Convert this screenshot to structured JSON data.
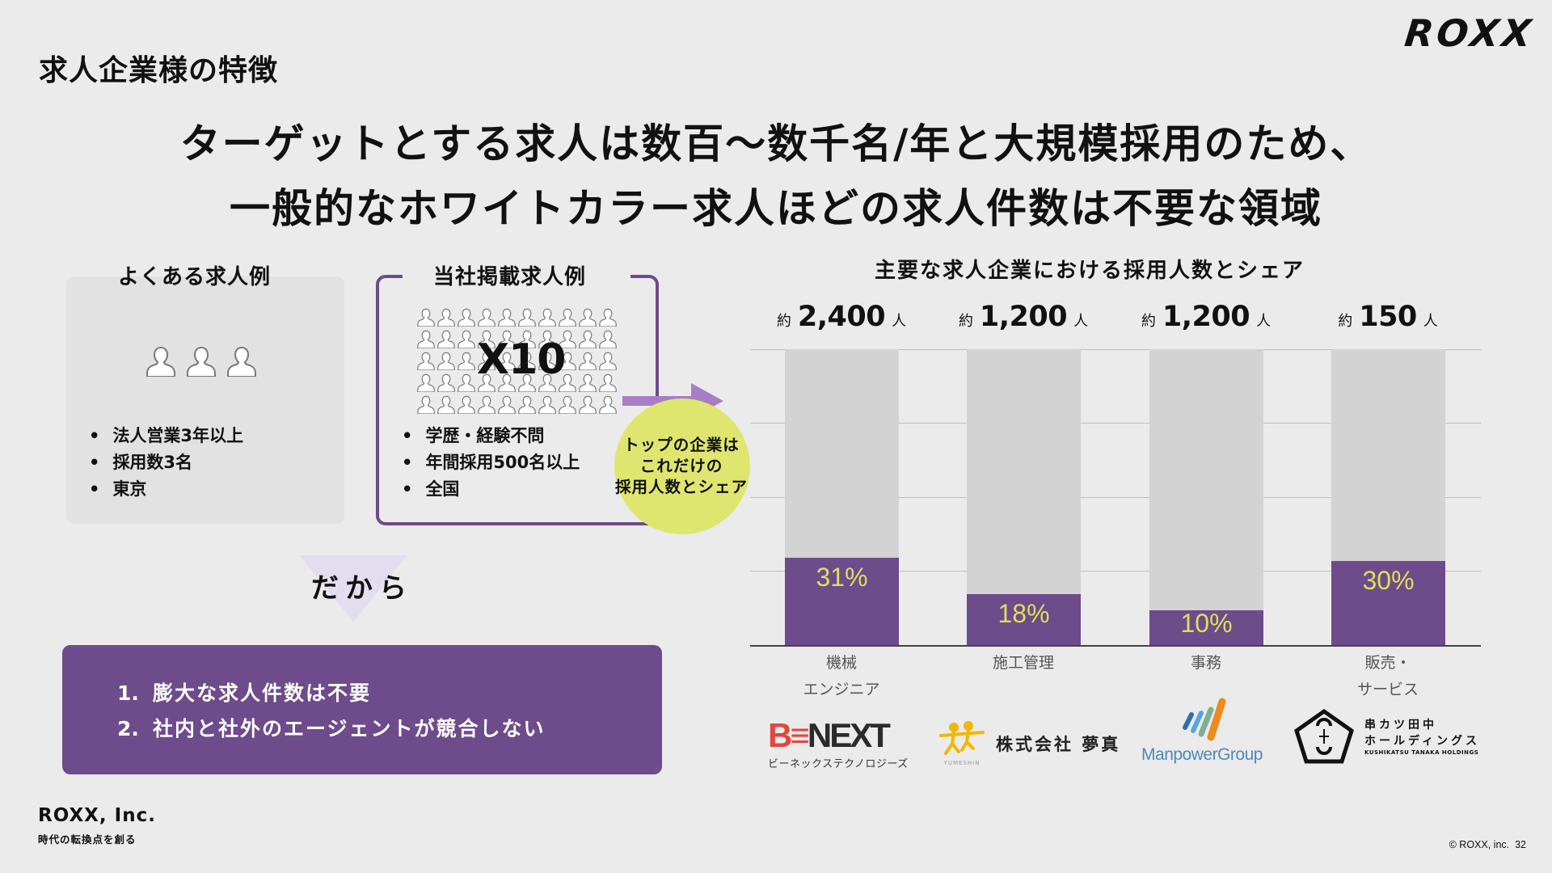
{
  "header": {
    "section_title": "求人企業様の特徴",
    "brand_logo": "ROXX",
    "headline_lines": [
      "ターゲットとする求人は数百〜数千名/年と大規模採用のため、",
      "一般的なホワイトカラー求人ほどの求人件数は不要な領域"
    ]
  },
  "typical_card": {
    "title": "よくある求人例",
    "people_icon": "person-outline-icon",
    "people_count": 3,
    "bullets": [
      "法人営業3年以上",
      "採用数3名",
      "東京"
    ]
  },
  "ours_card": {
    "title": "当社掲載求人例",
    "people_icon": "person-outline-icon",
    "people_count": 50,
    "multiplier": "X10",
    "bullets": [
      "学歴・経験不問",
      "年間採用500名以上",
      "全国"
    ],
    "accent_color": "#6e4b8b"
  },
  "callout": {
    "lines": [
      "トップの企業は",
      "これだけの",
      "採用人数とシェア"
    ],
    "circle_color": "#dfe66f",
    "arrow_color": "#a77ec6"
  },
  "transition": {
    "label": "だから"
  },
  "conclusion": {
    "items": [
      {
        "num": "1.",
        "text": "膨大な求人件数は不要"
      },
      {
        "num": "2.",
        "text": "社内と社外のエージェントが競合しない"
      }
    ],
    "bg_color": "#6e4b8b"
  },
  "chart_data": {
    "type": "bar",
    "stacked": true,
    "title": "主要な求人企業における採用人数とシェア",
    "categories": [
      "機械\nエンジニア",
      "施工管理",
      "事務",
      "販売・\nサービス"
    ],
    "totals": [
      {
        "prefix": "約",
        "value": "2,400",
        "unit": "人"
      },
      {
        "prefix": "約",
        "value": "1,200",
        "unit": "人"
      },
      {
        "prefix": "約",
        "value": "1,200",
        "unit": "人"
      },
      {
        "prefix": "約",
        "value": "150",
        "unit": "人"
      }
    ],
    "series": [
      {
        "name": "share",
        "values": [
          31,
          18,
          10,
          30
        ],
        "labels": [
          "31%",
          "18%",
          "10%",
          "30%"
        ],
        "color": "#6e4b8b",
        "label_color": "#e2dd5a"
      },
      {
        "name": "remainder",
        "values": [
          69,
          82,
          90,
          70
        ],
        "color": "#d3d3d3"
      }
    ],
    "ylim": [
      0,
      100
    ],
    "grid": true,
    "gridline_count": 4,
    "xlabel": "",
    "ylabel": ""
  },
  "logos": {
    "benext": {
      "mark_left": "B",
      "mark_arrow": "≡",
      "mark_right": "NEXT",
      "subtitle": "ビーネックステクノロジーズ"
    },
    "yumeshin": {
      "name": "株式会社 夢真",
      "sub": "YUMESHIN"
    },
    "manpower": {
      "name": "ManpowerGroup"
    },
    "kushikatsu": {
      "jp_line1": "串カツ田中",
      "jp_line2": "ホールディングス",
      "en": "KUSHIKATSU TANAKA HOLDINGS"
    }
  },
  "footer": {
    "company": "ROXX, Inc.",
    "tagline": "時代の転換点を創る",
    "copyright": "© ROXX, inc.",
    "page_number": "32"
  }
}
